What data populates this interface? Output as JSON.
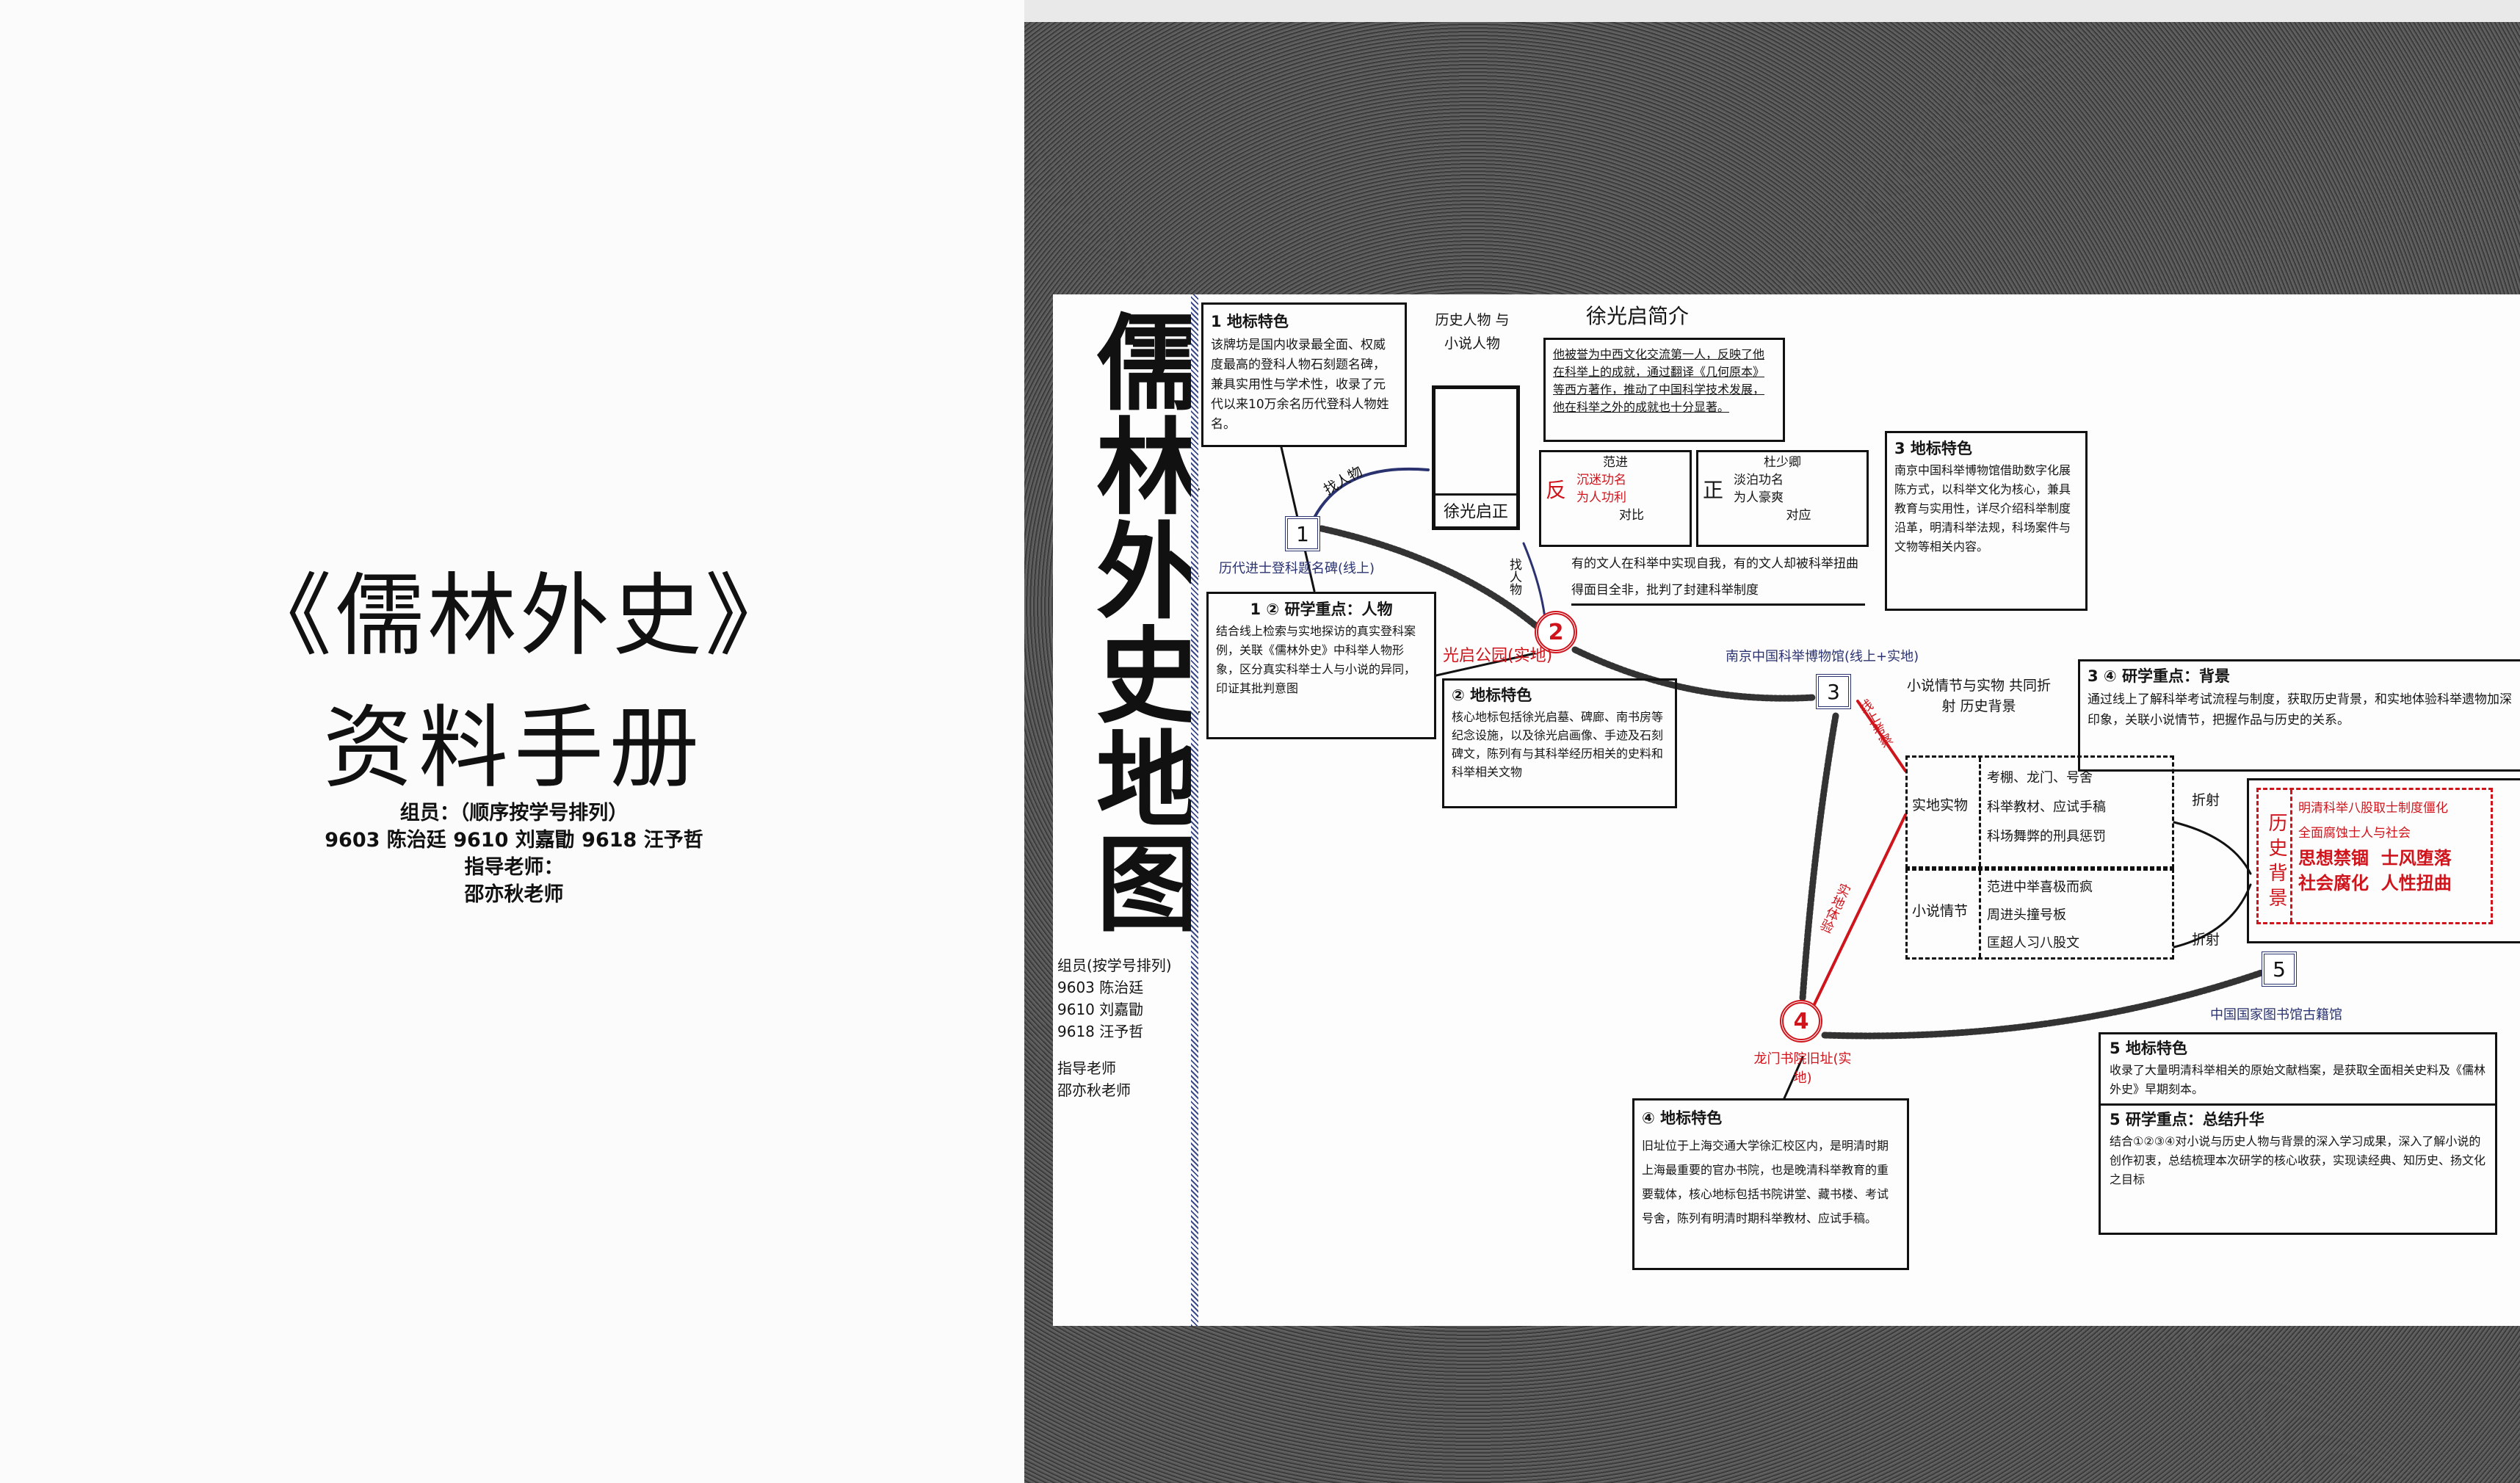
{
  "cover": {
    "title": "《儒林外史》",
    "subtitle": "资料手册",
    "members_label": "组员：（顺序按学号排列）",
    "members": "9603 陈治廷 9610 刘嘉勖 9618 汪予哲",
    "advisor_label": "指导老师：",
    "advisor": "邵亦秋老师"
  },
  "map": {
    "title": "儒林外史地图",
    "members_title": "组员(按学号排列)",
    "members": [
      "9603 陈治廷",
      "9610 刘嘉勖",
      "9618 汪予哲"
    ],
    "advisor_label": "指导老师",
    "advisor": "邵亦秋老师",
    "box1": {
      "heading": "1 地标特色",
      "text": "该牌坊是国内收录最全面、权威度最高的登科人物石刻题名碑，兼具实用性与学术性，收录了元代以来10万余名历代登科人物姓名。"
    },
    "characters_label": "历史人物 与 小说人物",
    "portrait_caption": "徐光启正",
    "xu_title": "徐光启简介",
    "xu_text": "他被誉为中西文化交流第一人，反映了他在科举上的成就，通过翻译《几何原本》等西方著作，推动了中国科学技术发展，他在科举之外的成就也十分显著。",
    "compare_left": {
      "header": "范进",
      "side_top": "反",
      "items": [
        "沉迷功名",
        "为人功利"
      ],
      "footer": "对比"
    },
    "compare_right": {
      "header": "杜少卿",
      "side_top": "正",
      "items": [
        "淡泊功名",
        "为人豪爽"
      ],
      "footer": "对应"
    },
    "contrast_text": "有的文人在科举中实现自我，有的文人却被科举扭曲得面目全非，批判了封建科举制度",
    "box3": {
      "heading": "3 地标特色",
      "text": "南京中国科举博物馆借助数字化展陈方式，以科举文化为核心，兼具教育与实用性，详尽介绍科举制度沿革，明清科举法规，科场案件与文物等相关内容。"
    },
    "node1_label": "历代进士登科题名碑(线上)",
    "arrow_find": "找人物",
    "arrow_find2": "找人物",
    "node2_label": "光启公园(实地)",
    "focus12": {
      "heading": "1 ② 研学重点：人物",
      "text": "结合线上检索与实地探访的真实登科案例，关联《儒林外史》中科举人物形象，区分真实科举士人与小说的异同，印证其批判意图"
    },
    "box2": {
      "heading": "② 地标特色",
      "text": "核心地标包括徐光启墓、碑廊、南书房等纪念设施，以及徐光启画像、手迹及石刻碑文，陈列有与其科举经历相关的史料和科举相关文物"
    },
    "node3_label": "南京中国科举博物馆(线上+实地)",
    "novel_label": "小说情节与实物 共同折射 历史背景",
    "arrow_online": "线上考察",
    "arrow_field": "实地体验",
    "focus34": {
      "heading": "3 ④ 研学重点：背景",
      "text": "通过线上了解科举考试流程与制度，获取历史背景，和实地体验科举遗物加深印象，关联小说情节，把握作品与历史的关系。"
    },
    "real_label": "实地实物",
    "real_items": [
      "考棚、龙门、号舍",
      "科举教材、应试手稿",
      "科场舞弊的刑具惩罚"
    ],
    "plot_label": "小说情节",
    "plot_items": [
      "范进中举喜极而疯",
      "周进头撞号板",
      "匡超人习八股文"
    ],
    "reflect1": "折射",
    "reflect2": "折射",
    "history_label": "历史背景",
    "history_items": [
      "明清科举八股取士制度僵化",
      "全面腐蚀士人与社会",
      "思想禁锢",
      "士风堕落",
      "社会腐化",
      "人性扭曲"
    ],
    "node4_label": "龙门书院旧址(实地)",
    "box4": {
      "heading": "④ 地标特色",
      "text": "旧址位于上海交通大学徐汇校区内，是明清时期上海最重要的官办书院，也是晚清科举教育的重要载体，核心地标包括书院讲堂、藏书楼、考试号舍，陈列有明清时期科举教材、应试手稿。"
    },
    "node5_label": "中国国家图书馆古籍馆",
    "box5": {
      "heading": "5 地标特色",
      "text": "收录了大量明清科举相关的原始文献档案，是获取全面相关史料及《儒林外史》早期刻本。"
    },
    "focus5": {
      "heading": "5 研学重点：总结升华",
      "text": "结合①②③④对小说与历史人物与背景的深入学习成果，深入了解小说的创作初衷，总结梳理本次研学的核心收获，实现读经典、知历史、扬文化之目标"
    }
  }
}
